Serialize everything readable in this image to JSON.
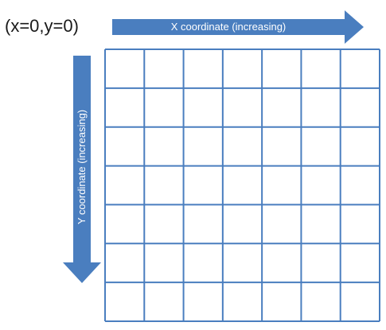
{
  "origin_label": "(x=0,y=0)",
  "x_axis_label": "X coordinate (increasing)",
  "y_axis_label": "Y coordinate (increasing)",
  "grid": {
    "rows": 7,
    "cols": 7
  },
  "colors": {
    "arrow": "#4a7ebf",
    "grid_line": "#4a7ebf",
    "text": "#1a1a1a",
    "background": "#ffffff"
  }
}
